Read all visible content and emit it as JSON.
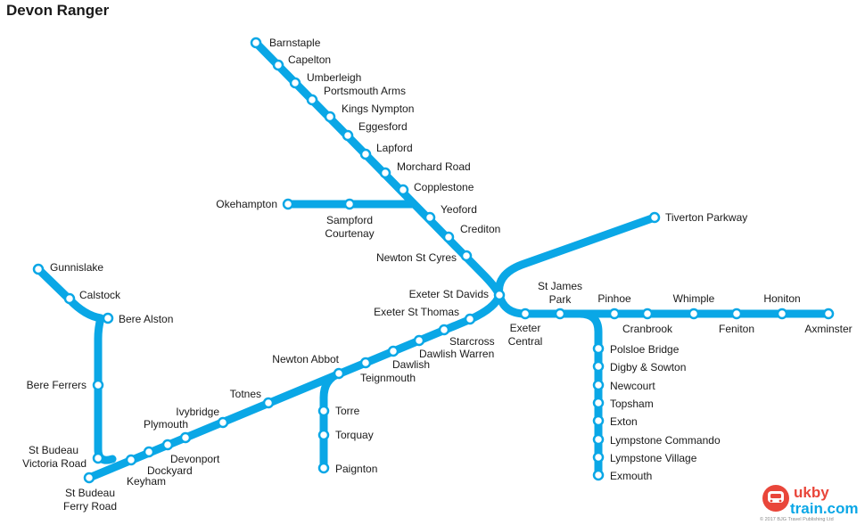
{
  "title": "Devon Ranger",
  "colors": {
    "line": "#0aa7e6",
    "text": "#1a1a1a",
    "logo_red": "#e9463a",
    "logo_blue": "#0aa7e6"
  },
  "stations": {
    "barnstaple": "Barnstaple",
    "capelton": "Capelton",
    "umberleigh": "Umberleigh",
    "portsmouth_arms": "Portsmouth Arms",
    "kings_nympton": "Kings Nympton",
    "eggesford": "Eggesford",
    "lapford": "Lapford",
    "morchard_road": "Morchard Road",
    "copplestone": "Copplestone",
    "yeoford": "Yeoford",
    "crediton": "Crediton",
    "newton_st_cyres": "Newton St Cyres",
    "okehampton": "Okehampton",
    "sampford_courtenay_1": "Sampford",
    "sampford_courtenay_2": "Courtenay",
    "tiverton_parkway": "Tiverton Parkway",
    "exeter_st_davids": "Exeter St Davids",
    "exeter_st_thomas": "Exeter St Thomas",
    "starcross": "Starcross",
    "dawlish_warren": "Dawlish Warren",
    "dawlish": "Dawlish",
    "teignmouth": "Teignmouth",
    "newton_abbot": "Newton Abbot",
    "torre": "Torre",
    "torquay": "Torquay",
    "paignton": "Paignton",
    "totnes": "Totnes",
    "ivybridge": "Ivybridge",
    "plymouth": "Plymouth",
    "devonport": "Devonport",
    "dockyard": "Dockyard",
    "keyham": "Keyham",
    "st_budeaux_ferry_road_1": "St Budeau",
    "st_budeaux_ferry_road_2": "Ferry Road",
    "st_budeaux_victoria_road_1": "St Budeau",
    "st_budeaux_victoria_road_2": "Victoria Road",
    "bere_ferrers": "Bere Ferrers",
    "bere_alston": "Bere Alston",
    "calstock": "Calstock",
    "gunnislake": "Gunnislake",
    "exeter_central_1": "Exeter",
    "exeter_central_2": "Central",
    "st_james_park_1": "St James",
    "st_james_park_2": "Park",
    "pinhoe": "Pinhoe",
    "cranbrook": "Cranbrook",
    "whimple": "Whimple",
    "feniton": "Feniton",
    "honiton": "Honiton",
    "axminster": "Axminster",
    "polsloe_bridge": "Polsloe Bridge",
    "digby_sowton": "Digby & Sowton",
    "newcourt": "Newcourt",
    "topsham": "Topsham",
    "exton": "Exton",
    "lympstone_commando": "Lympstone Commando",
    "lympstone_village": "Lympstone Village",
    "exmouth": "Exmouth"
  },
  "logo": {
    "line1": "ukby",
    "line2": "train.com",
    "icon": "train-front-icon"
  },
  "copyright": "© 2017 BJG Travel Publishing Ltd"
}
